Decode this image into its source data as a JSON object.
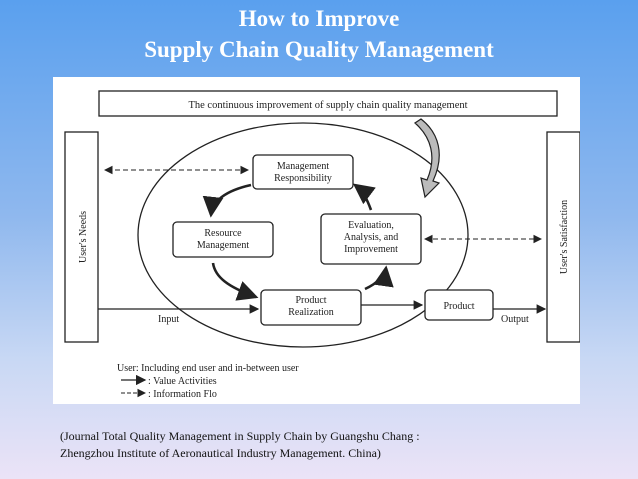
{
  "title": {
    "line1": "How to Improve",
    "line2": "Supply Chain Quality Management"
  },
  "diagram": {
    "banner": "The continuous improvement of supply chain quality management",
    "users_needs": "User's Needs",
    "users_satisfaction": "User's Satisfaction",
    "management_responsibility": [
      "Management",
      "Responsibility"
    ],
    "resource_management": [
      "Resource",
      "Management"
    ],
    "evaluation": [
      "Evaluation,",
      "Analysis, and",
      "Improvement"
    ],
    "product_realization": [
      "Product",
      "Realization"
    ],
    "product": "Product",
    "input": "Input",
    "output": "Output",
    "legend": {
      "user_def": "User:   Including end user and in-between user",
      "value": ":   Value Activities",
      "info": ":   Information Flo"
    }
  },
  "caption": {
    "line1": "(Journal Total Quality Management in Supply Chain  by Guangshu Chang :",
    "line2": "Zhengzhou Institute of Aeronautical Industry Management. China)"
  },
  "colors": {
    "title": "#ffffff",
    "line": "#222222"
  }
}
